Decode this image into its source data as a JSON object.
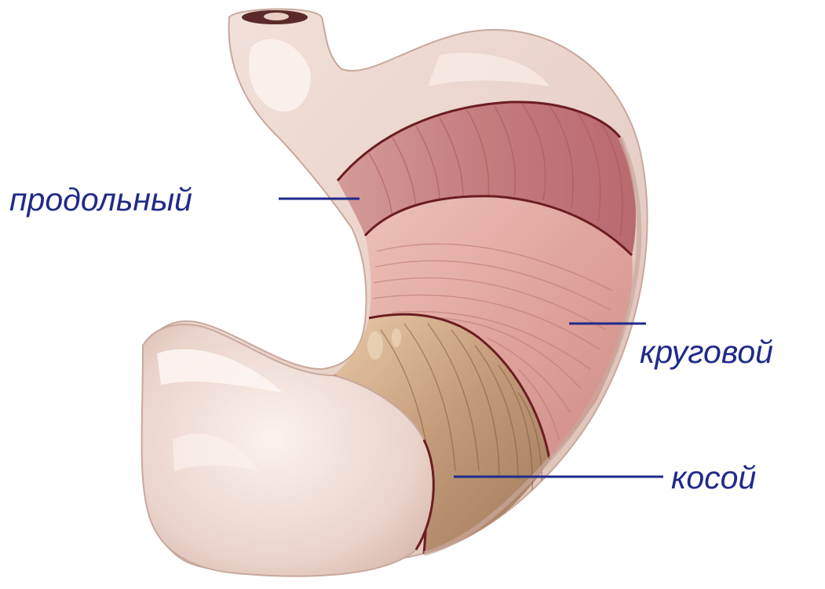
{
  "labels": {
    "longitudinal": "продольный",
    "circular": "круговой",
    "oblique": "косой"
  },
  "colors": {
    "label_text": "#1f2a8a",
    "leader_line": "#1f2a8a",
    "outer_wall": "#ecd7cf",
    "outer_highlight": "#f7ece6",
    "longitudinal_muscle": "#cf8f8d",
    "circular_muscle": "#e1aaa2",
    "oblique_muscle": "#b98b6e",
    "boundary_line": "#6b1d22",
    "background": "#ffffff"
  },
  "icons": [
    "stomach-illustration"
  ]
}
